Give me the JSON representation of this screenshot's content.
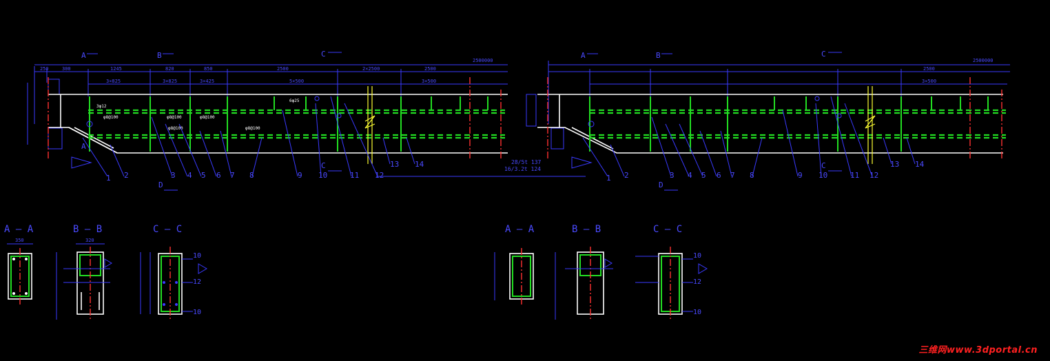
{
  "colors": {
    "background": "#000000",
    "dimension": "#3a3aff",
    "outline": "#ffffff",
    "rebar": "#22dd22",
    "axis": "#ff3030",
    "joint": "#ffff33",
    "watermark": "#ff2020"
  },
  "left_beam": {
    "section_marks": [
      "A",
      "B",
      "C",
      "C",
      "D",
      "A"
    ],
    "top_dims": [
      "250",
      "300",
      "1245",
      "820",
      "850",
      "2500",
      "2×2500",
      "2500",
      "2500000"
    ],
    "inner_dims": [
      "3×825",
      "3×825",
      "3×425",
      "5×500",
      "3×500"
    ],
    "callouts": [
      "1",
      "2",
      "3",
      "4",
      "5",
      "6",
      "7",
      "8",
      "9",
      "10",
      "11",
      "12",
      "13",
      "14"
    ],
    "notes": [
      "28/5t 137",
      "16/3.2t 124"
    ]
  },
  "right_beam": {
    "section_marks": [
      "A",
      "B",
      "C",
      "C",
      "D"
    ],
    "top_dims": [
      "2500",
      "2500000"
    ],
    "inner_dims": [
      "3×500"
    ],
    "callouts": [
      "1",
      "2",
      "3",
      "4",
      "5",
      "6",
      "7",
      "8",
      "9",
      "10",
      "11",
      "12",
      "13",
      "14"
    ]
  },
  "sections": [
    {
      "label": "A — A",
      "width": "350"
    },
    {
      "label": "B — B",
      "width": "320"
    },
    {
      "label": "C — C",
      "labels": [
        "10",
        "12",
        "10"
      ]
    },
    {
      "label": "A — A"
    },
    {
      "label": "B — B"
    },
    {
      "label": "C — C",
      "labels": [
        "10",
        "12",
        "10"
      ]
    }
  ],
  "watermark": "三维网www.3dportal.cn"
}
